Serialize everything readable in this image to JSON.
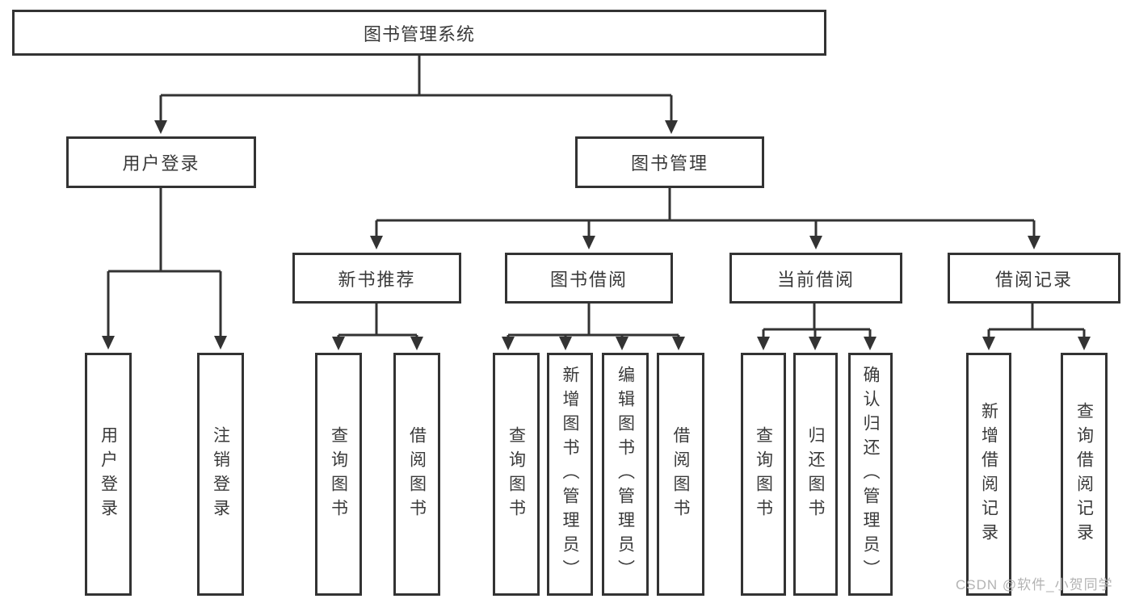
{
  "diagram": {
    "root": {
      "label": "图书管理系统"
    },
    "level2": [
      {
        "id": "user-login",
        "label": "用户登录"
      },
      {
        "id": "book-management",
        "label": "图书管理"
      }
    ],
    "level3": [
      {
        "id": "new-book-recommend",
        "parent": "book-management",
        "label": "新书推荐"
      },
      {
        "id": "book-borrow",
        "parent": "book-management",
        "label": "图书借阅"
      },
      {
        "id": "current-borrow",
        "parent": "book-management",
        "label": "当前借阅"
      },
      {
        "id": "borrow-records",
        "parent": "book-management",
        "label": "借阅记录"
      }
    ],
    "leaves": [
      {
        "parent": "user-login",
        "label": "用户登录"
      },
      {
        "parent": "user-login",
        "label": "注销登录"
      },
      {
        "parent": "new-book-recommend",
        "label": "查询图书"
      },
      {
        "parent": "new-book-recommend",
        "label": "借阅图书"
      },
      {
        "parent": "book-borrow",
        "label": "查询图书"
      },
      {
        "parent": "book-borrow",
        "label": "新增图书（管理员）"
      },
      {
        "parent": "book-borrow",
        "label": "编辑图书（管理员）"
      },
      {
        "parent": "book-borrow",
        "label": "借阅图书"
      },
      {
        "parent": "current-borrow",
        "label": "查询图书"
      },
      {
        "parent": "current-borrow",
        "label": "归还图书"
      },
      {
        "parent": "current-borrow",
        "label": "确认归还（管理员）"
      },
      {
        "parent": "borrow-records",
        "label": "新增借阅记录"
      },
      {
        "parent": "borrow-records",
        "label": "查询借阅记录"
      }
    ],
    "watermark": "CSDN @软件_小贺同学",
    "colors": {
      "line": "#333333",
      "text": "#3a3a3a",
      "background": "#ffffff",
      "watermark": "#b3b3b3"
    }
  }
}
